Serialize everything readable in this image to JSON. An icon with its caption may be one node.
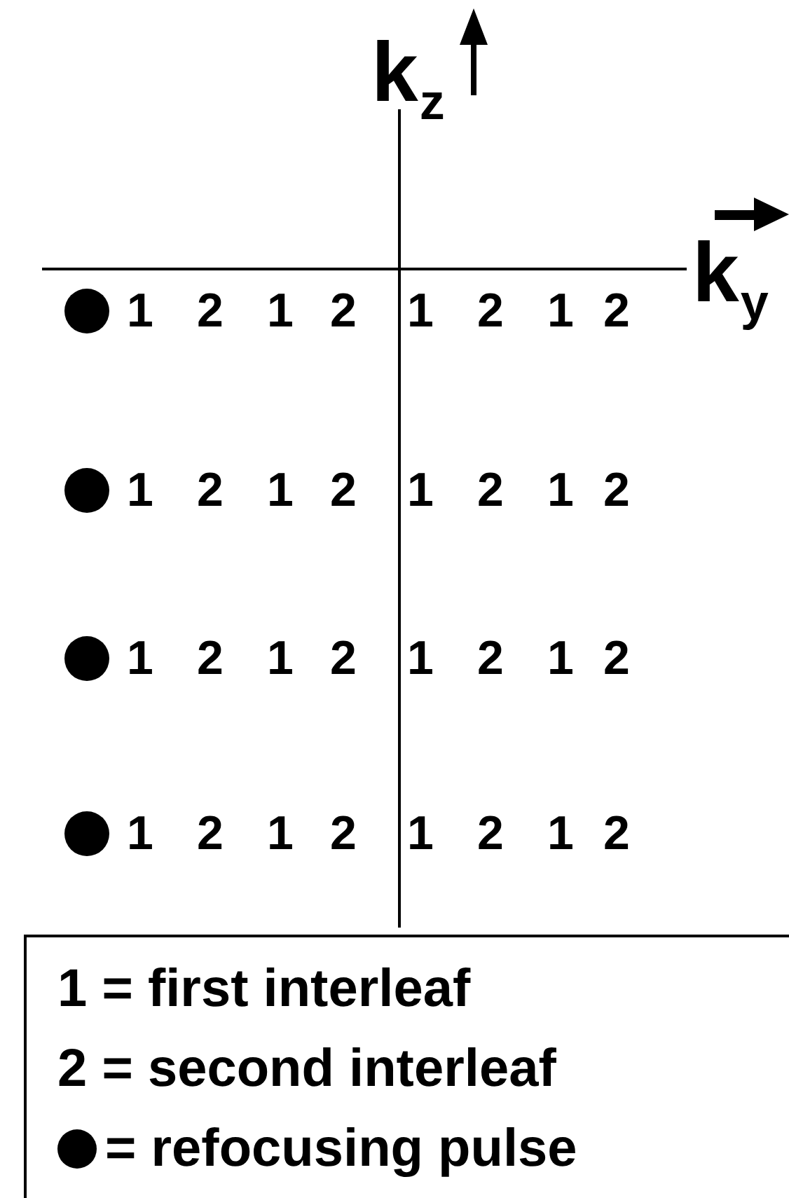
{
  "diagram": {
    "labels": [
      "k$_{z}$",
      "k$_{y}$",
      "1",
      "2",
      "1",
      "2",
      "1",
      "2",
      "1",
      "2",
      "1",
      "2",
      "1",
      "2",
      "1",
      "2",
      "1",
      "2",
      "1",
      "2",
      "1",
      "2",
      "1",
      "2",
      "1",
      "2",
      "1",
      "2",
      "1",
      "2",
      "1",
      "2",
      "1",
      "2"
    ],
    "legend": [
      {
        "text": "1 = first interleaf"
      },
      {
        "text": "2 = second interleaf"
      },
      {
        "text": "= refocusing pulse"
      }
    ]
  }
}
